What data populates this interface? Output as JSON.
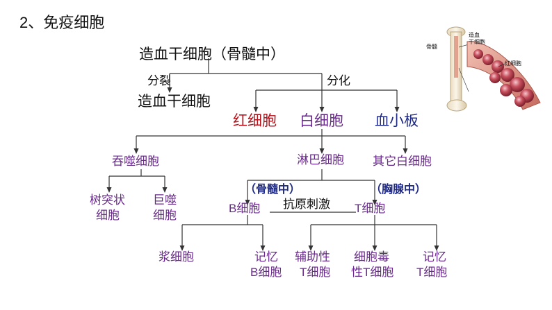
{
  "section_title": "2、免疫细胞",
  "tree": {
    "root": "造血干细胞（骨髓中）",
    "branch_divide": "分裂",
    "branch_differentiate": "分化",
    "self_renewal": "造血干细胞",
    "red_cell": "红细胞",
    "white_cell": "白细胞",
    "platelet": "血小板",
    "phagocyte": "吞噬细胞",
    "lymphocyte": "淋巴细胞",
    "other_white": "其它白细胞",
    "dendritic_1": "树突状",
    "dendritic_2": "细胞",
    "macrophage_1": "巨噬",
    "macrophage_2": "细胞",
    "b_origin": "（骨髓中）",
    "t_origin": "（胸腺中）",
    "b_cell": "B细胞",
    "t_cell": "T细胞",
    "antigen_stimulus": "抗原刺激",
    "plasma_cell": "浆细胞",
    "memory_b_1": "记忆",
    "memory_b_2": "B细胞",
    "helper_t_1": "辅助性",
    "helper_t_2": "T细胞",
    "cytotoxic_t_1": "细胞毒",
    "cytotoxic_t_2": "性T细胞",
    "memory_t_1": "记忆",
    "memory_t_2": "T细胞"
  },
  "inset_labels": {
    "marrow": "骨髓",
    "hsc_1": "造血",
    "hsc_2": "干细胞",
    "rbc": "红细胞"
  },
  "colors": {
    "purple": "#6a2a8c",
    "navy": "#1f2a86",
    "red": "#b5121b",
    "black": "#111111"
  }
}
